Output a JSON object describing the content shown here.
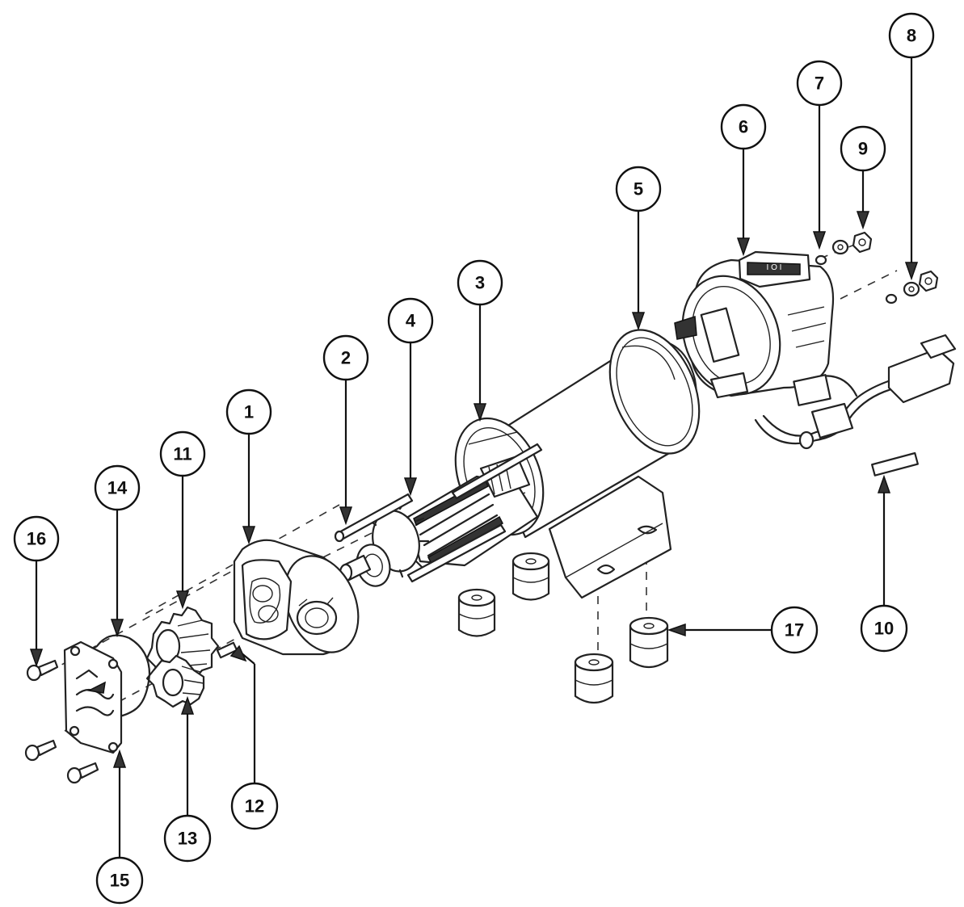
{
  "callouts": [
    {
      "id": "1",
      "label": "1"
    },
    {
      "id": "2",
      "label": "2"
    },
    {
      "id": "3",
      "label": "3"
    },
    {
      "id": "4",
      "label": "4"
    },
    {
      "id": "5",
      "label": "5"
    },
    {
      "id": "6",
      "label": "6"
    },
    {
      "id": "7",
      "label": "7"
    },
    {
      "id": "8",
      "label": "8"
    },
    {
      "id": "9",
      "label": "9"
    },
    {
      "id": "10",
      "label": "10"
    },
    {
      "id": "11",
      "label": "11"
    },
    {
      "id": "12",
      "label": "12"
    },
    {
      "id": "13",
      "label": "13"
    },
    {
      "id": "14",
      "label": "14"
    },
    {
      "id": "15",
      "label": "15"
    },
    {
      "id": "16",
      "label": "16"
    },
    {
      "id": "17",
      "label": "17"
    }
  ],
  "switch_text": "I O I"
}
